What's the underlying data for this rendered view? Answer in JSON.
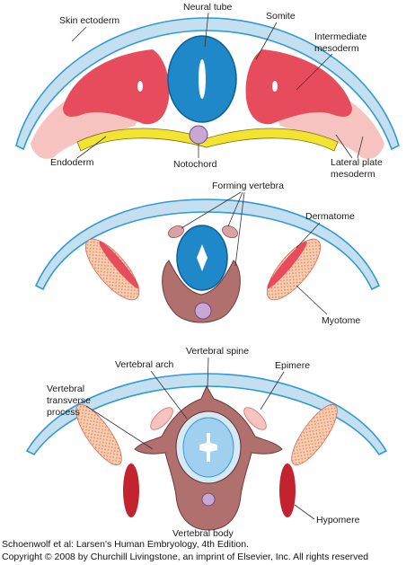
{
  "colors": {
    "ectoderm": "#c4dff0",
    "ectoderm_edge": "#2f9bd4",
    "neural_tube": "#1e88c9",
    "neural_tube_edge": "#0d5f96",
    "somite": "#e64c5b",
    "somite_light": "#f6c3c0",
    "endoderm": "#f3e431",
    "notochord": "#c8a7d4",
    "sclerotome": "#b0706e",
    "sclerotome_light": "#d8a3a1",
    "dermatome_dots": "#f0b05a",
    "hypomere": "#c2232f"
  },
  "panel1": {
    "skin_ectoderm": "Skin ectoderm",
    "neural_tube": "Neural tube",
    "somite": "Somite",
    "intermediate_mesoderm": [
      "Intermediate",
      "mesoderm"
    ],
    "endoderm": "Endoderm",
    "notochord": "Notochord",
    "lateral_plate_mesoderm": [
      "Lateral plate",
      "mesoderm"
    ]
  },
  "panel2": {
    "forming_vertebra": "Forming vertebra",
    "dermatome": "Dermatome",
    "myotome": "Myotome"
  },
  "panel3": {
    "vertebral_spine": "Vertebral spine",
    "vertebral_arch": "Vertebral arch",
    "epimere": "Epimere",
    "vertebral_transverse_process": [
      "Vertebral",
      "transverse",
      "process"
    ],
    "hypomere": "Hypomere",
    "vertebral_body": "Vertebral body"
  },
  "caption": {
    "line1": "Schoenwolf et al: Larsen's Human Embryology, 4th Edition.",
    "line2": "Copyright © 2008 by Churchill Livingstone, an imprint of Elsevier, Inc. All rights reserved"
  }
}
